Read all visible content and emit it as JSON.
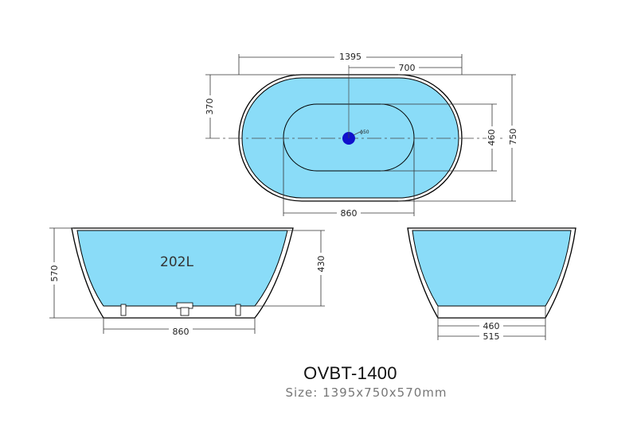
{
  "model": "OVBT-1400",
  "size_text": "Size: 1395x750x570mm",
  "top_view": {
    "overall_length": "1395",
    "half_length": "700",
    "half_width": "370",
    "overall_width": "750",
    "inner_width": "460",
    "inner_length": "860",
    "drain_diameter": "ϕ50"
  },
  "side_view": {
    "capacity": "202L",
    "total_height": "570",
    "water_depth": "430",
    "base_length": "860"
  },
  "end_view": {
    "inner_base_width": "460",
    "outer_base_width": "515"
  },
  "colors": {
    "water": "#8adcf8",
    "rim": "#ffffff",
    "outline": "#000000",
    "drain": "#1010cc"
  }
}
